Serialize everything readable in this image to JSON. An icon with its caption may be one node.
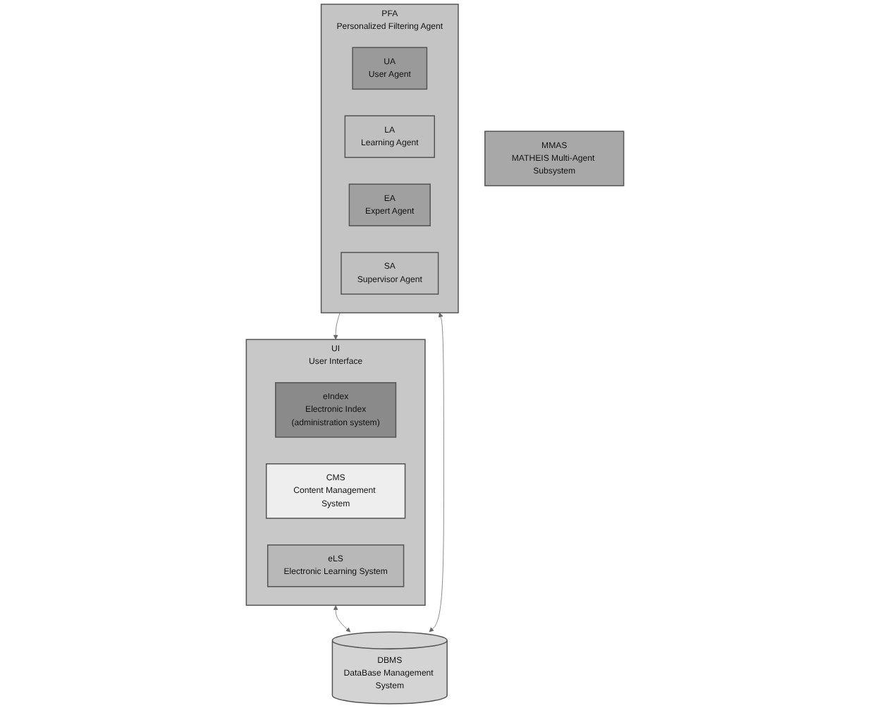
{
  "diagram": {
    "nodes": [
      {
        "text": [
          "UI",
          "User Interface"
        ]
      },
      {
        "text": [
          "eIndex",
          "Electronic Index",
          "(administration system)"
        ],
        "in": 0
      },
      {
        "text": [
          "CMS",
          "Content Management System"
        ],
        "in": 0
      },
      {
        "text": [
          "eLS",
          "Electronic Learning System"
        ],
        "in": 0
      },
      {
        "text": [
          "DBMS",
          "DataBase Management System"
        ]
      },
      {
        "text": [
          "MMAS",
          "MATHEIS Multi-Agent Subsystem"
        ]
      },
      {
        "text": [
          "PFA",
          "Personalized Filtering Agent"
        ]
      },
      {
        "text": [
          "UA",
          "User Agent"
        ],
        "in": 6
      },
      {
        "text": [
          "LA",
          "Learning Agent"
        ],
        "in": 6
      },
      {
        "text": [
          "EA",
          "Expert Agent"
        ],
        "in": 6
      },
      {
        "text": [
          "SA",
          "Supervisor Agent"
        ],
        "in": 6
      }
    ],
    "edges": [
      {
        "from": 0,
        "to": 4,
        "arrow": "both"
      },
      {
        "from": 4,
        "to": 6,
        "arrow": "both"
      },
      {
        "from": 6,
        "to": 0,
        "arrow": "to"
      }
    ]
  }
}
